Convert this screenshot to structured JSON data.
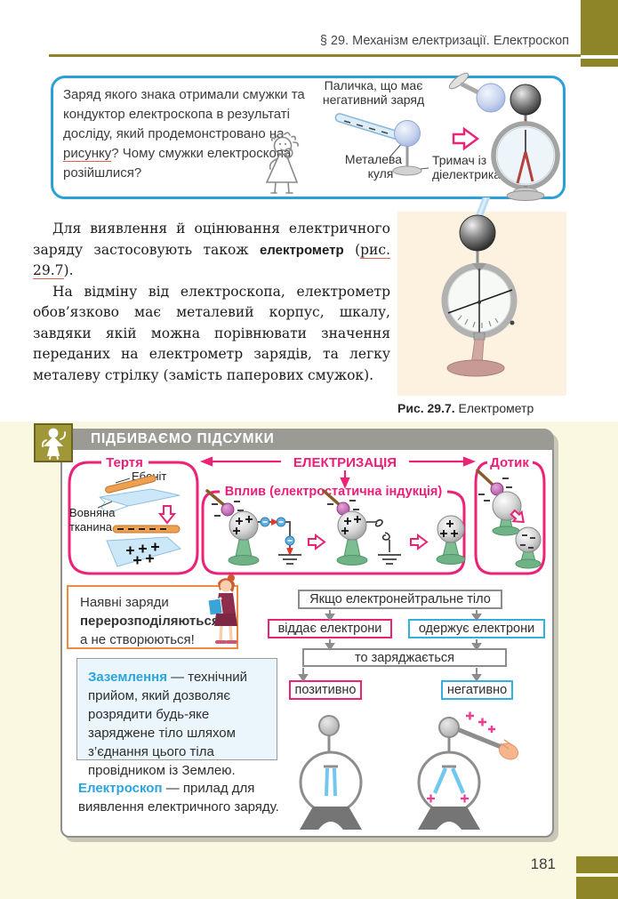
{
  "header": {
    "section_title": "§ 29. Механізм електризації. Електроскоп"
  },
  "question_box": {
    "text_before": "Заряд якого знака отримали смужки та кондуктор електроскопа в результаті досліду, який продемонстровано на ",
    "link_text": "рисунку",
    "text_after": "? Чому смужки електроскопа розійшлися?",
    "label_rod_line1": "Паличка, що має",
    "label_rod_line2": "негативний заряд",
    "label_ball_line1": "Металева",
    "label_ball_line2": "куля",
    "label_holder_line1": "Тримач із",
    "label_holder_line2": "діелектрика"
  },
  "main_text": {
    "p1_before": "Для виявлення й оцінювання електричного заряду застосовують також ",
    "p1_term": "електрометр",
    "p1_mid": " (",
    "p1_link": "рис. 29.7",
    "p1_end": ").",
    "p2": "На відміну від електроскопа, електрометр обов’язково має металевий корпус, шкалу, завдяки якій можна порівнювати значення переданих на електрометр зарядів, та легку металеву стрілку (замість паперових смужок)."
  },
  "figure": {
    "caption_label": "Рис. 29.7.",
    "caption_text": "Електрометр"
  },
  "summary": {
    "bar_title": "ПІДБИВАЄМО ПІДСУМКИ",
    "diagram": {
      "electrization": "ЕЛЕКТРИЗАЦІЯ",
      "friction_label": "Тертя",
      "influence_label": "Вплив (електростатична індукція)",
      "contact_label": "Дотик",
      "ebonite_label": "Ебоніт",
      "wool_label_line1": "Вовняна",
      "wool_label_line2": "тканина"
    },
    "note_box": {
      "line1": "Наявні заряди",
      "line2_bold": "перерозподіляються,",
      "line3": "а не створюються!"
    },
    "flowchart": {
      "root": "Якщо електронейтральне тіло",
      "gives": "віддає електрони",
      "receives": "одержує електрони",
      "then": "то заряджається",
      "positive": "позитивно",
      "negative": "негативно"
    },
    "grounding_term": "Заземлення",
    "grounding_text": " — технічний прийом, який дозволяє розрядити будь-яке заряджене тіло шляхом з’єднання цього тіла провідником із Землею.",
    "scope_term": "Електроскоп",
    "scope_text": " — прилад для виявлення електричного заряду."
  },
  "footer": {
    "page_number": "181"
  },
  "colors": {
    "olive": "#8d8527",
    "accent_pink": "#ec2277",
    "accent_blue": "#35aee3",
    "question_border_blue": "#2a9fd8",
    "term_blue": "#2aa5dd",
    "note_orange": "#ef8b3f",
    "page_yellow": "#fbf8e2",
    "figure_cream": "#fdf2df",
    "bar_gray": "#9c9a95"
  }
}
